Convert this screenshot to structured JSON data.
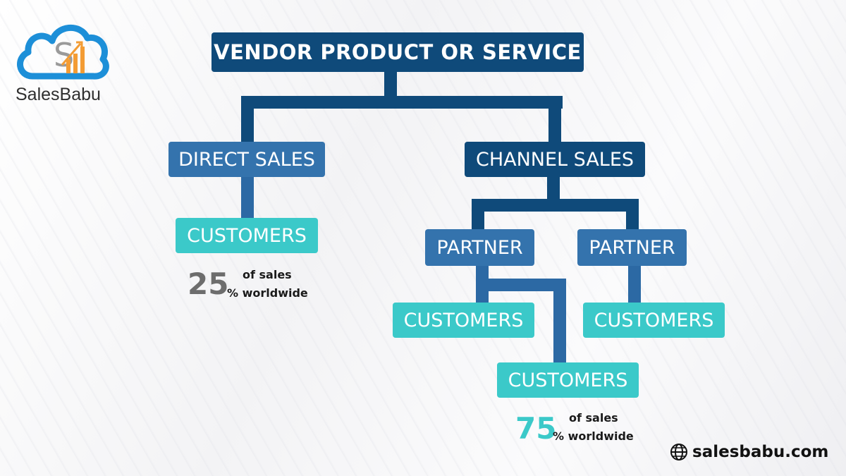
{
  "brand": {
    "name": "SalesBabu"
  },
  "nodes": {
    "vendor": "VENDOR PRODUCT OR SERVICE",
    "direct_sales": "DIRECT SALES",
    "channel_sales": "CHANNEL SALES",
    "direct_customers": "CUSTOMERS",
    "partner_left": "PARTNER",
    "partner_right": "PARTNER",
    "partner_left_customers_a": "CUSTOMERS",
    "partner_left_customers_b": "CUSTOMERS",
    "partner_right_customers": "CUSTOMERS"
  },
  "stats": {
    "direct": {
      "value": "25",
      "line1": "of sales",
      "line2": "% worldwide",
      "color": "#6d6d6d"
    },
    "channel": {
      "value": "75",
      "line1": "of sales",
      "line2": "% worldwide",
      "color": "#3bc9c9"
    }
  },
  "colors": {
    "dark_blue": "#0f4a7a",
    "mid_blue": "#3473ad",
    "teal": "#3bc9c9",
    "logo_blue": "#1d8fd8",
    "logo_orange": "#f39c34"
  },
  "footer": {
    "website": "salesbabu.com",
    "icon": "globe-icon"
  }
}
